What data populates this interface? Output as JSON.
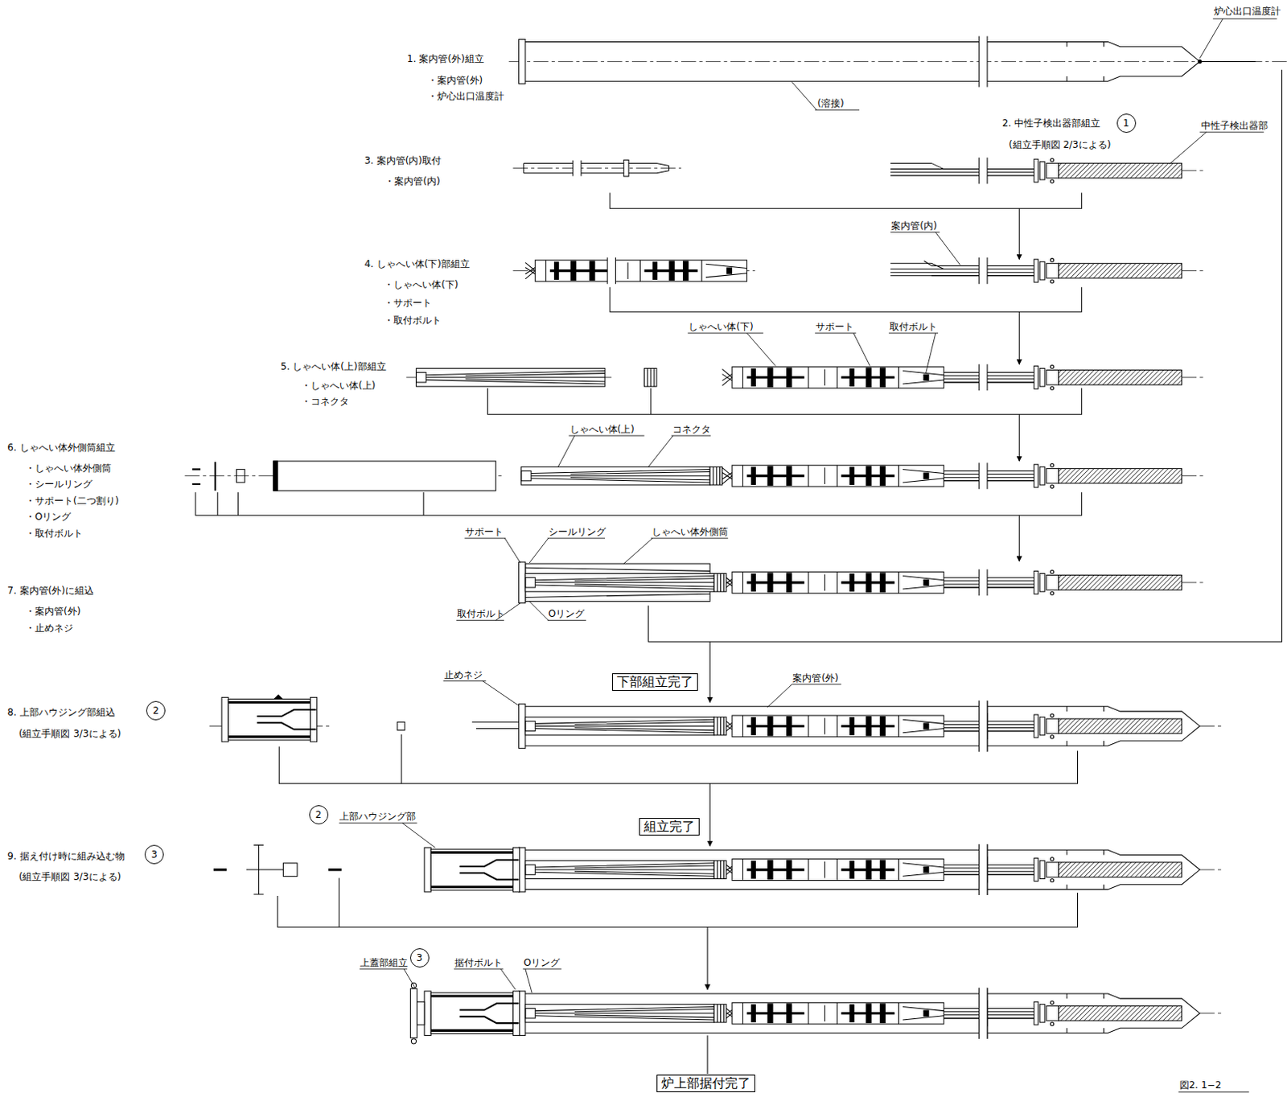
{
  "diagram": {
    "nodes": [
      {
        "text": [
          "1"
        ]
      },
      {
        "text": [
          "下部組立完了"
        ]
      },
      {
        "text": [
          "2"
        ]
      },
      {
        "text": [
          "2"
        ]
      },
      {
        "text": [
          "組立完了"
        ]
      },
      {
        "text": [
          "3"
        ]
      },
      {
        "text": [
          "3"
        ]
      },
      {
        "text": [
          "炉上部据付完了"
        ]
      }
    ],
    "labels": [
      "炉心出口温度計",
      "1. 案内管(外)組立",
      "・案内管(外)",
      "・炉心出口温度計",
      "(溶接)",
      "2. 中性子検出器部組立",
      "(組立手順図 2/3による)",
      "中性子検出器部",
      "3. 案内管(内)取付",
      "・案内管(内)",
      "案内管(内)",
      "4. しゃへい体(下)部組立",
      "・しゃへい体(下)",
      "・サポート",
      "・取付ボルト",
      "しゃへい体(下)",
      "サポート",
      "取付ボルト",
      "5. しゃへい体(上)部組立",
      "・しゃへい体(上)",
      "・コネクタ",
      "しゃへい体(上)",
      "コネクタ",
      "6. しゃへい体外側筒組立",
      "・しゃへい体外側筒",
      "・シールリング",
      "・サポート(二つ割り)",
      "・Oリング",
      "・取付ボルト",
      "サポート",
      "シールリング",
      "しゃへい体外側筒",
      "7. 案内管(外)に組込",
      "・案内管(外)",
      "・止めネジ",
      "取付ボルト",
      "Oリング",
      "止めネジ",
      "案内管(外)",
      "8. 上部ハウジング部組込",
      "(組立手順図 3/3による)",
      "上部ハウジング部",
      "9. 据え付け時に組み込む物",
      "(組立手順図 3/3による)",
      "上蓋部組立",
      "据付ボルト",
      "Oリング",
      "図2. 1−2"
    ]
  }
}
